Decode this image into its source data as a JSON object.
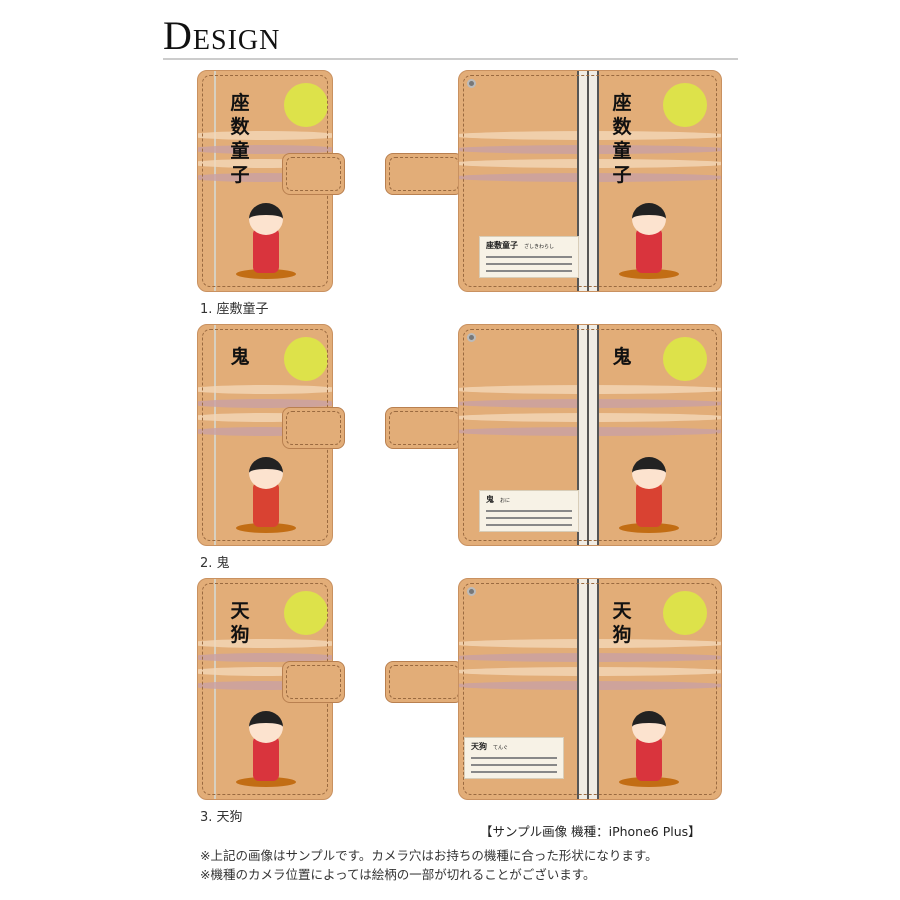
{
  "header": {
    "title": "Design"
  },
  "colors": {
    "case": "#e2ad78",
    "moon": "#dde24a",
    "wave_light": "#f4d7b8",
    "wave_mauve": "#c9a0a4"
  },
  "designs": [
    {
      "label": "1. 座敷童子",
      "name": "座敷童子",
      "reading": "ざしきわらし",
      "kanji": [
        "座",
        "数",
        "童",
        "子"
      ],
      "body_color": "#d9343d"
    },
    {
      "label": "2. 鬼",
      "name": "鬼",
      "reading": "おに",
      "kanji": [
        "鬼"
      ],
      "body_color": "#d94232"
    },
    {
      "label": "3. 天狗",
      "name": "天狗",
      "reading": "てんぐ",
      "kanji": [
        "天",
        "狗"
      ],
      "body_color": "#d9343d"
    }
  ],
  "sample_note": "【サンプル画像 機種：iPhone6 Plus】",
  "notes": [
    "※上記の画像はサンプルです。カメラ穴はお持ちの機種に合った形状になります。",
    "※機種のカメラ位置によっては絵柄の一部が切れることがございます。"
  ]
}
